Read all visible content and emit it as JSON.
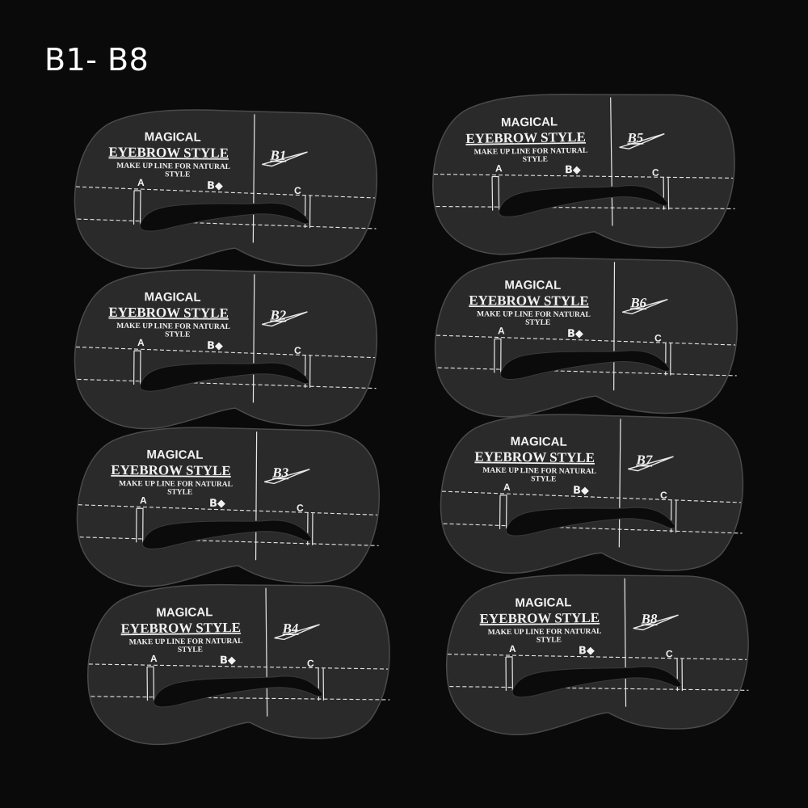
{
  "title": "B1- B8",
  "colors": {
    "background": "#0a0a0a",
    "stencil_fill": "#2a2a2a",
    "stencil_edge": "#4a4a4a",
    "line": "#e8e8e8",
    "cutout": "#0b0b0b"
  },
  "stencil_text": {
    "brand": "MAGICAL",
    "style": "EYEBROW STYLE",
    "tagline_1": "MAKE UP LINE FOR NATURAL",
    "tagline_2": "STYLE",
    "mark_a": "A",
    "mark_b": "B◆",
    "mark_c": "C"
  },
  "stencils": [
    {
      "code": "B1"
    },
    {
      "code": "B2"
    },
    {
      "code": "B3"
    },
    {
      "code": "B4"
    },
    {
      "code": "B5"
    },
    {
      "code": "B6"
    },
    {
      "code": "B7"
    },
    {
      "code": "B8"
    }
  ]
}
